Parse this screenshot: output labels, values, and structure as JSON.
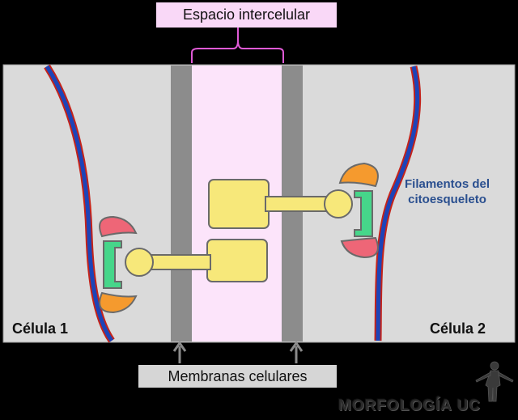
{
  "labels": {
    "intercellular_space": "Espacio intercelular",
    "cell_membranes": "Membranas celulares",
    "cell_1": "Célula 1",
    "cell_2": "Célula 2",
    "cytoskeleton_line1": "Filamentos del",
    "cytoskeleton_line2": "citoesqueleto",
    "watermark": "MORFOLOGÍA UC"
  },
  "colors": {
    "background": "#000000",
    "cell_area": "#dadada",
    "intercellular_space": "#fce4fa",
    "membrane": "#8c8c8c",
    "membrane_line_blue": "#1d44b8",
    "membrane_line_red": "#c4231a",
    "adhesion_protein": "#f7e87a",
    "plaque_green": "#46d68a",
    "plaque_red": "#ee6677",
    "plaque_orange": "#f59a2e",
    "bracket": "#e05ad6",
    "cytoskeleton_text": "#2a4f8f"
  },
  "icons": [
    "human-figure-icon"
  ]
}
